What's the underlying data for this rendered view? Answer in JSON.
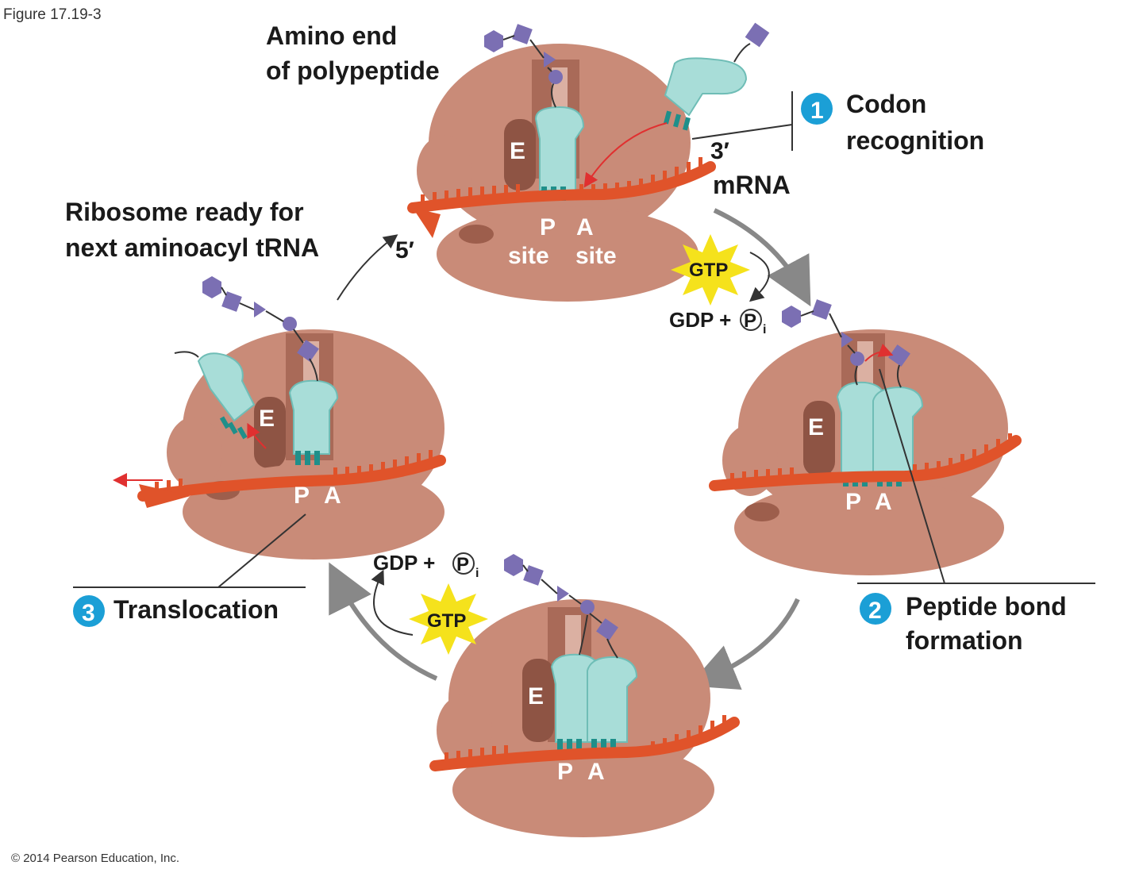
{
  "figure_label": "Figure 17.19-3",
  "copyright": "© 2014 Pearson Education, Inc.",
  "labels": {
    "amino_end_line1": "Amino end",
    "amino_end_line2": "of polypeptide",
    "three_prime": "3′",
    "five_prime": "5′",
    "mrna": "mRNA",
    "ribosome_ready_line1": "Ribosome ready for",
    "ribosome_ready_line2": "next aminoacyl tRNA",
    "e_site": "E",
    "p_site": "P",
    "a_site": "A",
    "site_word": "site",
    "gtp": "GTP",
    "gdp_pi": "GDP + ",
    "pi_letter": "P",
    "pi_sub": "i"
  },
  "steps": [
    {
      "number": "1",
      "line1": "Codon",
      "line2": "recognition"
    },
    {
      "number": "2",
      "line1": "Peptide bond",
      "line2": "formation"
    },
    {
      "number": "3",
      "line1": "Translocation",
      "line2": ""
    }
  ],
  "colors": {
    "ribosome": "#c98b78",
    "ribosome_shadow": "#9d5e4c",
    "mrna": "#e0532a",
    "trna": "#a8ddd8",
    "anticodon": "#1f8f8a",
    "amino_acid": "#7b6fb3",
    "gtp_burst": "#f5e21c",
    "step_circle": "#1b9fd6",
    "arrow": "#888888",
    "red_arrow": "#e03030"
  }
}
